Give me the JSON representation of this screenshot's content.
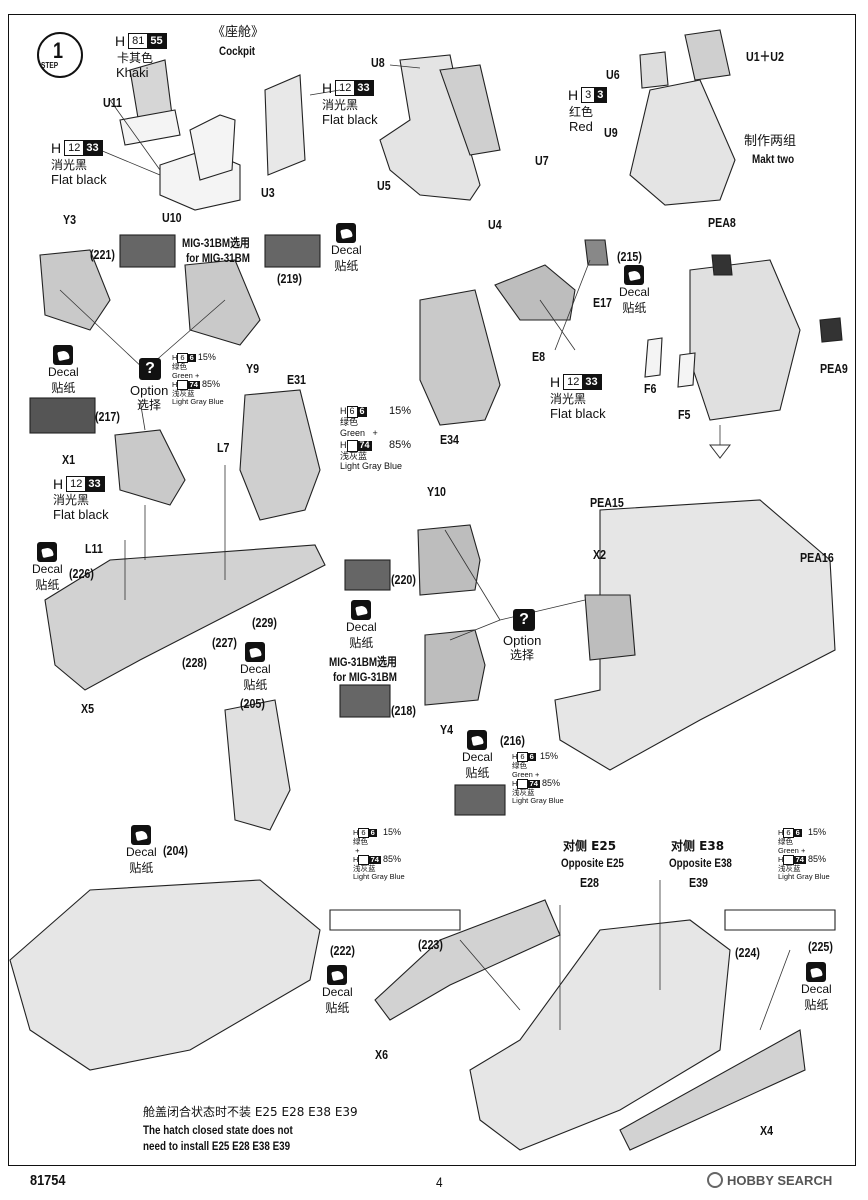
{
  "step": {
    "number": "1",
    "label": "STEP"
  },
  "cockpit": {
    "cn": "《座舱》",
    "en": "Cockpit"
  },
  "parts": {
    "U11": "U11",
    "U10": "U10",
    "U3": "U3",
    "U8": "U8",
    "U5": "U5",
    "U4": "U4",
    "U7": "U7",
    "U6": "U6",
    "U1U2": "U1＋U2",
    "U9": "U9",
    "Y3": "Y3",
    "Y9": "Y9",
    "X1": "X1",
    "L7": "L7",
    "L11": "L11",
    "E31": "E31",
    "X5": "X5",
    "E8": "E8",
    "E17": "E17",
    "E34": "E34",
    "PEA8": "PEA8",
    "PEA9": "PEA9",
    "F6": "F6",
    "F5": "F5",
    "Y10": "Y10",
    "Y4": "Y4",
    "PEA15": "PEA15",
    "PEA16": "PEA16",
    "X2": "X2",
    "E28": "E28",
    "E39": "E39",
    "X6": "X6",
    "X4": "X4"
  },
  "decal_numbers": {
    "d221": "(221)",
    "d219": "(219)",
    "d217": "(217)",
    "d226": "(226)",
    "d227": "(227)",
    "d228": "(228)",
    "d229": "(229)",
    "d215": "(215)",
    "d220": "(220)",
    "d218": "(218)",
    "d216": "(216)",
    "d205": "(205)",
    "d204": "(204)",
    "d222": "(222)",
    "d223": "(223)",
    "d224": "(224)",
    "d225": "(225)"
  },
  "colors": {
    "khaki": {
      "h": "H",
      "num": "81",
      "code": "55",
      "cn": "卡其色",
      "en": "Khaki"
    },
    "flat_black": {
      "h": "H",
      "num": "12",
      "code": "33",
      "cn": "消光黑",
      "en": "Flat black"
    },
    "red": {
      "h": "H",
      "num": "3",
      "code": "3",
      "cn": "红色",
      "en": "Red"
    }
  },
  "mix": {
    "h": "H",
    "green_num": "6",
    "green_code": "6",
    "green_cn": "绿色",
    "green_en": "Green",
    "green_pct": "15%",
    "plus": "+",
    "gray_num": "",
    "gray_code": "74",
    "gray_cn": "浅灰蓝",
    "gray_en": "Light Gray Blue",
    "gray_pct": "85%"
  },
  "decal": {
    "en": "Decal",
    "cn": "贴纸"
  },
  "option": {
    "en": "Option",
    "cn": "选择",
    "mark": "?"
  },
  "mig_note": {
    "cn": "MIG-31BM选用",
    "en": "for MIG-31BM"
  },
  "make_two": {
    "cn": "制作两组",
    "en": "Makt two"
  },
  "opposite": {
    "e25_cn": "对侧 E25",
    "e25_en": "Opposite E25",
    "e38_cn": "对侧 E38",
    "e38_en": "Opposite E38"
  },
  "hatch_note": {
    "cn": "舱盖闭合状态时不装  E25 E28 E38 E39",
    "en1": "The hatch closed state does not",
    "en2": "need to install E25 E28 E38 E39"
  },
  "footer": {
    "kit": "81754",
    "page": "4",
    "watermark": "HOBBY SEARCH"
  },
  "accent": "#111111"
}
